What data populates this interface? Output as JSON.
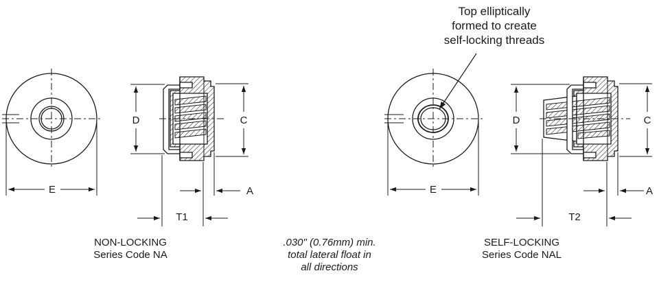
{
  "callout": {
    "line1": "Top elliptically",
    "line2": "formed to create",
    "line3": "self-locking threads"
  },
  "left_part": {
    "dim_d": "D",
    "dim_c": "C",
    "dim_e": "E",
    "dim_a": "A",
    "dim_t": "T1",
    "caption_line1": "NON-LOCKING",
    "caption_line2": "Series Code NA"
  },
  "right_part": {
    "dim_d": "D",
    "dim_c": "C",
    "dim_e": "E",
    "dim_a": "A",
    "dim_t": "T2",
    "caption_line1": "SELF-LOCKING",
    "caption_line2": "Series Code NAL"
  },
  "center_note": {
    "line1": ".030\" (0.76mm) min.",
    "line2": "total lateral float in",
    "line3": "all directions"
  },
  "colors": {
    "line": "#1a1a1a",
    "hatch": "#333333",
    "fill": "#ffffff"
  }
}
